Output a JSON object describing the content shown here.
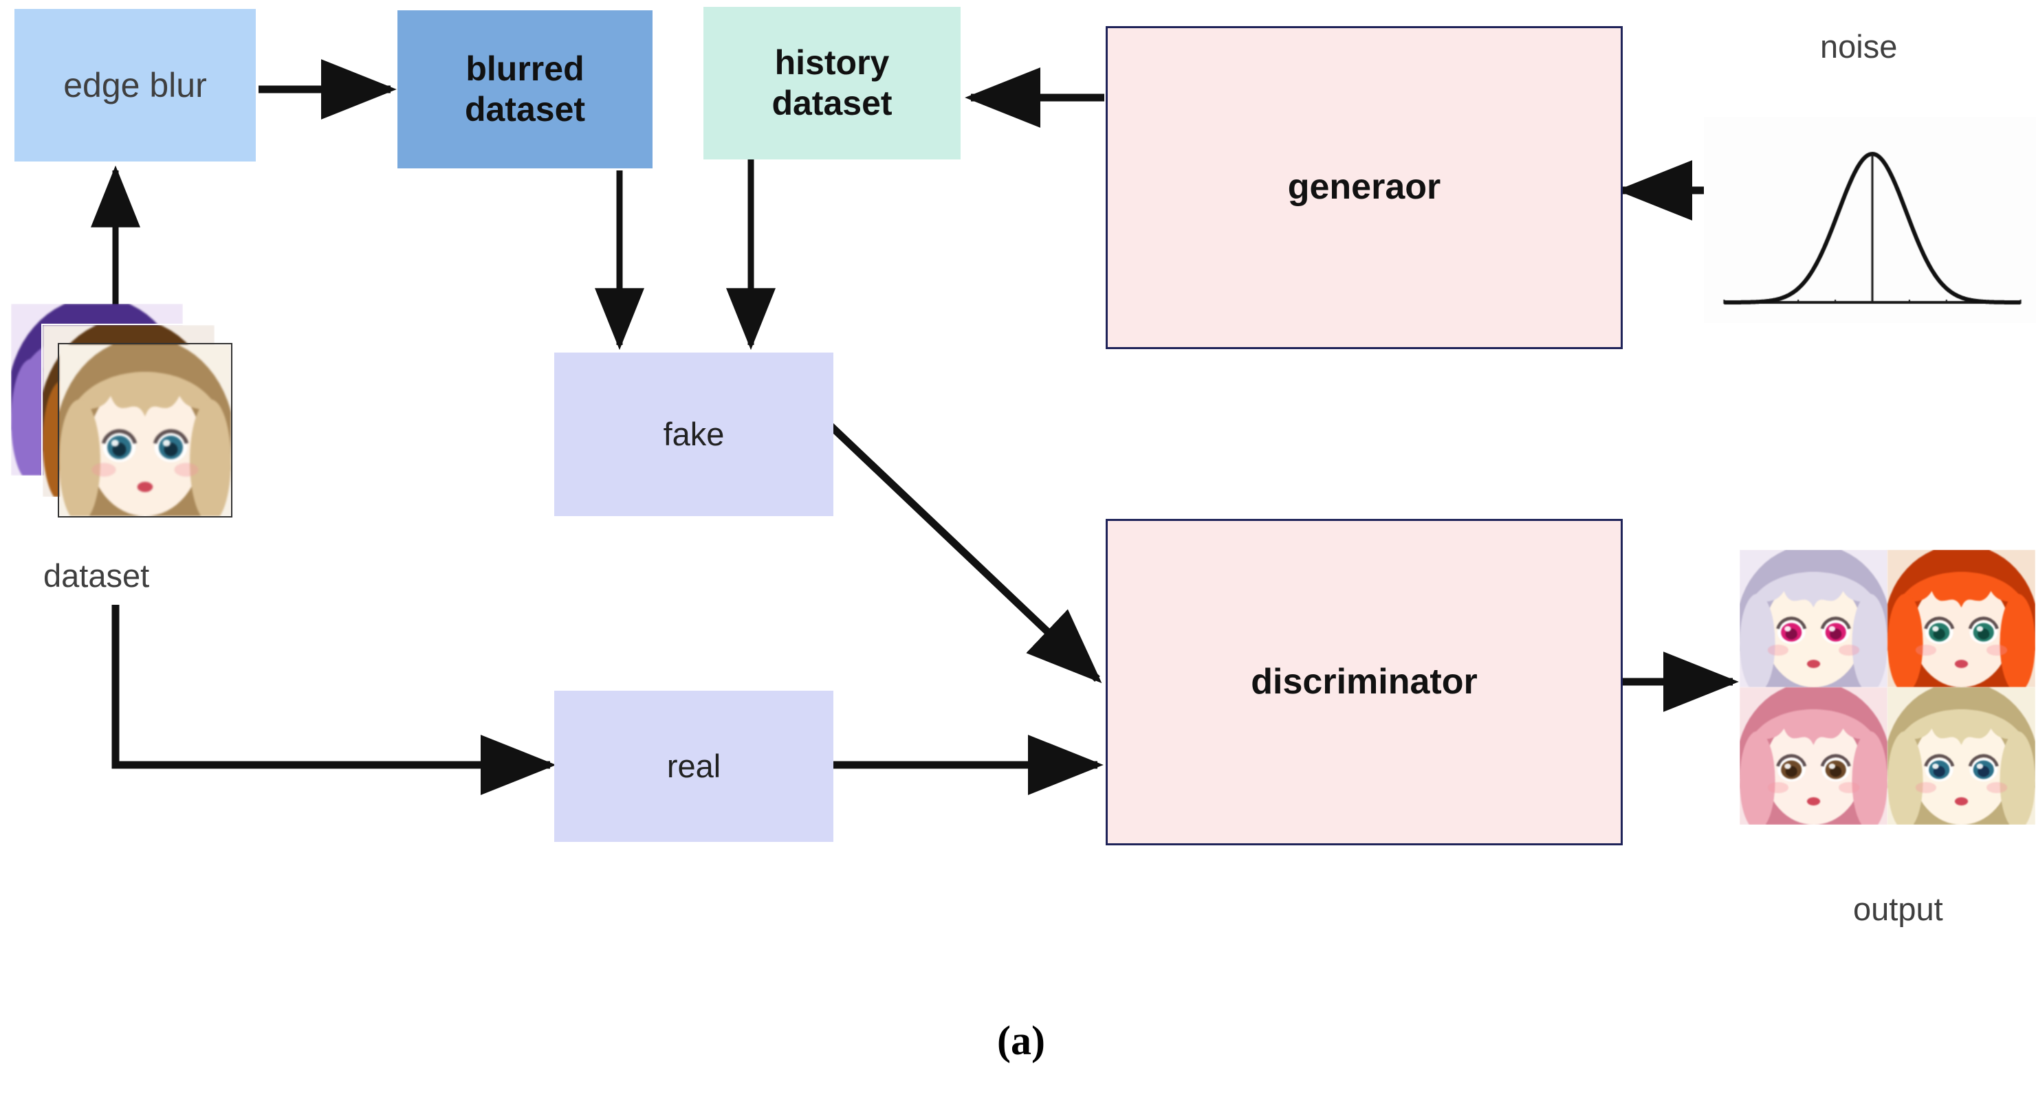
{
  "figure": {
    "caption": "(a)",
    "background": "#ffffff"
  },
  "colors": {
    "edge_blur_fill": "#b4d5f8",
    "blurred_dataset_fill": "#79a9dd",
    "history_dataset_fill": "#ccefe5",
    "fake_real_fill": "#d6d9f8",
    "model_fill": "#fce9e9",
    "model_border": "#1f2359",
    "arrow": "#111111",
    "label_text": "#3f3f3f"
  },
  "nodes": {
    "edge_blur": {
      "label": "edge blur"
    },
    "blurred_dataset": {
      "label": "blurred\ndataset",
      "line1": "blurred",
      "line2": "dataset"
    },
    "history_dataset": {
      "label": "history\ndataset",
      "line1": "history",
      "line2": "dataset"
    },
    "generator": {
      "label": "generaor"
    },
    "discriminator": {
      "label": "discriminator"
    },
    "fake": {
      "label": "fake"
    },
    "real": {
      "label": "real"
    }
  },
  "labels": {
    "dataset": "dataset",
    "noise": "noise",
    "output": "output"
  },
  "images": {
    "dataset_stack": {
      "name": "dataset-thumbnail-stack",
      "count": 3,
      "items": [
        {
          "name": "anime-face-purple",
          "hair": "purple",
          "accent": "#5b3f9e"
        },
        {
          "name": "anime-face-brown",
          "hair": "brown",
          "accent": "#6b4226"
        },
        {
          "name": "anime-face-blonde",
          "hair": "blonde",
          "accent": "#c9a87c"
        }
      ]
    },
    "noise_plot": {
      "name": "gaussian-noise-curve",
      "type": "bell-curve"
    },
    "output_grid": {
      "name": "generated-faces-grid",
      "rows": 2,
      "cols": 2,
      "items": [
        {
          "name": "generated-face-silver-hair",
          "hair": "#d8d4e6",
          "eye": "#c81f6e"
        },
        {
          "name": "generated-face-orange-hair",
          "hair": "#e8521a",
          "eye": "#2a7a6a"
        },
        {
          "name": "generated-face-pink-hair",
          "hair": "#e8a7b4",
          "eye": "#5a4030"
        },
        {
          "name": "generated-face-blonde-hair",
          "hair": "#ded4b4",
          "eye": "#2c4f8f"
        }
      ]
    }
  },
  "edges": [
    {
      "name": "dataset-to-edge-blur",
      "from": "dataset",
      "to": "edge_blur",
      "direction": "up"
    },
    {
      "name": "edge-blur-to-blurred-dataset",
      "from": "edge_blur",
      "to": "blurred_dataset",
      "direction": "right"
    },
    {
      "name": "generator-to-history-dataset",
      "from": "generator",
      "to": "history_dataset",
      "direction": "left"
    },
    {
      "name": "noise-to-generator",
      "from": "noise",
      "to": "generator",
      "direction": "left"
    },
    {
      "name": "blurred-dataset-to-fake",
      "from": "blurred_dataset",
      "to": "fake",
      "direction": "down"
    },
    {
      "name": "history-dataset-to-fake",
      "from": "history_dataset",
      "to": "fake",
      "direction": "down"
    },
    {
      "name": "fake-to-discriminator",
      "from": "fake",
      "to": "discriminator",
      "direction": "diagonal"
    },
    {
      "name": "dataset-to-real",
      "from": "dataset",
      "to": "real",
      "direction": "right"
    },
    {
      "name": "real-to-discriminator",
      "from": "real",
      "to": "discriminator",
      "direction": "right"
    },
    {
      "name": "discriminator-to-output",
      "from": "discriminator",
      "to": "output",
      "direction": "right"
    }
  ]
}
